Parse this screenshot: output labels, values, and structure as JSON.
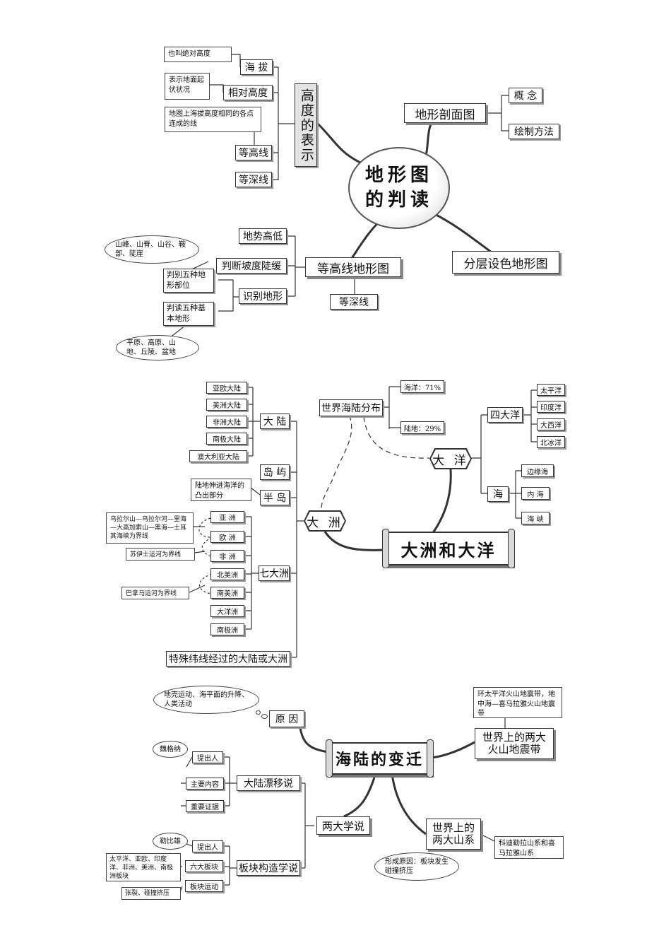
{
  "section1": {
    "center": {
      "line1": "地形图",
      "line2": "的判读"
    },
    "height": {
      "title": "高度的表示",
      "altitude": "海 拔",
      "altitude_note": "也叫绝对高度",
      "relative": "相对高度",
      "relative_note": "表示地面起伏状况",
      "contour": "等高线",
      "contour_note": "地图上海拔高度相同的各点连成的线",
      "isobath": "等深线"
    },
    "profile": {
      "title": "地形剖面图",
      "concept": "概 念",
      "method": "绘制方法"
    },
    "layered": "分层设色地形图",
    "contour_map": {
      "title": "等高线地形图",
      "terrain_height": "地势高低",
      "slope": "判断坡度陡缓",
      "identify": "识别地形",
      "isobath": "等深线",
      "five_parts": "判别五种地形部位",
      "five_parts_cloud": "山峰、山脊、山谷、鞍部、陡崖",
      "five_types": "判读五种基本地形",
      "five_types_cloud": "平原、高原、山地、丘陵、盆地"
    }
  },
  "section2": {
    "center": "大洲和大洋",
    "land_sea": {
      "title": "世界海陆分布",
      "ocean": "海洋：71%",
      "land": "陆地：29%"
    },
    "ocean_node": "大 洋",
    "four_oceans": {
      "title": "四大洋",
      "items": [
        "太平洋",
        "印度洋",
        "大西洋",
        "北冰洋"
      ]
    },
    "sea": {
      "title": "海",
      "items": [
        "边缘海",
        "内 海",
        "海 峡"
      ]
    },
    "continent_node": "大 洲",
    "mainland": {
      "title": "大 陆",
      "items": [
        "亚欧大陆",
        "美洲大陆",
        "非洲大陆",
        "南极大陆",
        "澳大利亚大陆"
      ]
    },
    "island": "岛 屿",
    "peninsula": {
      "title": "半 岛",
      "note": "陆地伸进海洋的凸出部分"
    },
    "seven": {
      "title": "七大洲",
      "items": [
        "亚 洲",
        "欧 洲",
        "非 洲",
        "北美洲",
        "南美洲",
        "大洋洲",
        "南极洲"
      ]
    },
    "asia_europe_note": "乌拉尔山—乌拉尔河—里海—大高加索山—黑海—土耳其海峡为界线",
    "suez_note": "苏伊士运河为界线",
    "panama_note": "巴拿马运河为界线",
    "special": "特殊纬线经过的大陆或大洲"
  },
  "section3": {
    "center": "海陆的变迁",
    "cause": "原 因",
    "cause_cloud": "地壳运动、海平面的升降、人类活动",
    "volcano": {
      "title": "世界上的两大火山地震带",
      "note": "环太平洋火山地震带，地中海—喜马拉雅火山地震带"
    },
    "mountains": {
      "title": "世界上的两大山系",
      "note": "科迪勒拉山系和喜马拉雅山系",
      "cloud": "形成原因：板块发生碰撞挤压"
    },
    "theories": "两大学说",
    "drift": {
      "title": "大陆漂移说",
      "proposer": "提出人",
      "proposer_cloud": "魏格纳",
      "content": "主要内容",
      "evidence": "重要证据"
    },
    "plate": {
      "title": "板块构造学说",
      "proposer": "提出人",
      "proposer_cloud": "勒比雄",
      "six": "六大板块",
      "six_note": "太平洋、亚欧、印度洋、非洲、美洲、南极洲板块",
      "motion": "板块运动",
      "motion_note": "张裂、碰撞挤压"
    }
  }
}
